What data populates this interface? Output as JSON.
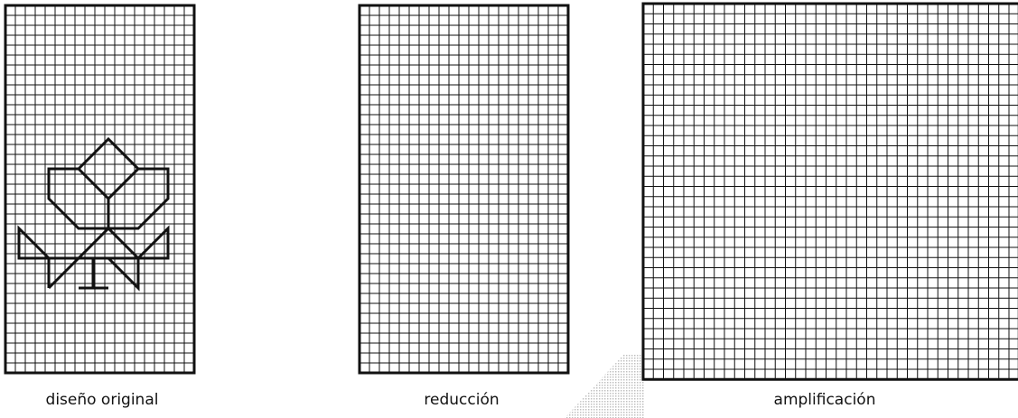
{
  "labels": {
    "original": "diseño original",
    "reduccion": "reducción",
    "amplificacion": "amplificación"
  },
  "colors": {
    "ink": "#111111",
    "background": "#ffffff",
    "watermark": "#cfcfcf"
  }
}
